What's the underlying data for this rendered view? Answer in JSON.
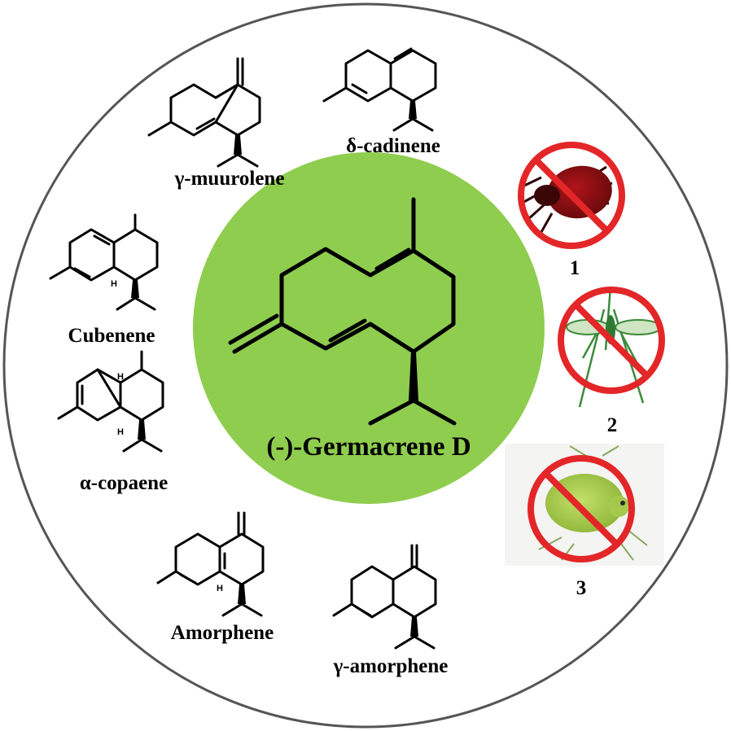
{
  "central": {
    "label": "(-)-Germacrene D",
    "circle_color": "#8fcd4f"
  },
  "compounds": [
    {
      "id": "gamma-muurolene",
      "label": "γ-muurolene"
    },
    {
      "id": "delta-cadinene",
      "label": "δ-cadinene"
    },
    {
      "id": "cubenene",
      "label": "Cubenene"
    },
    {
      "id": "alpha-copaene",
      "label": "α-copaene"
    },
    {
      "id": "amorphene",
      "label": "Amorphene"
    },
    {
      "id": "gamma-amorphene",
      "label": "γ-amorphene"
    }
  ],
  "hydrogen_label": "H",
  "pests": [
    {
      "number": "1",
      "icon": "tick-icon"
    },
    {
      "number": "2",
      "icon": "mosquito-icon"
    },
    {
      "number": "3",
      "icon": "aphid-icon"
    }
  ],
  "colors": {
    "prohibit_red": "#e32628",
    "outer_circle": "#555555"
  }
}
